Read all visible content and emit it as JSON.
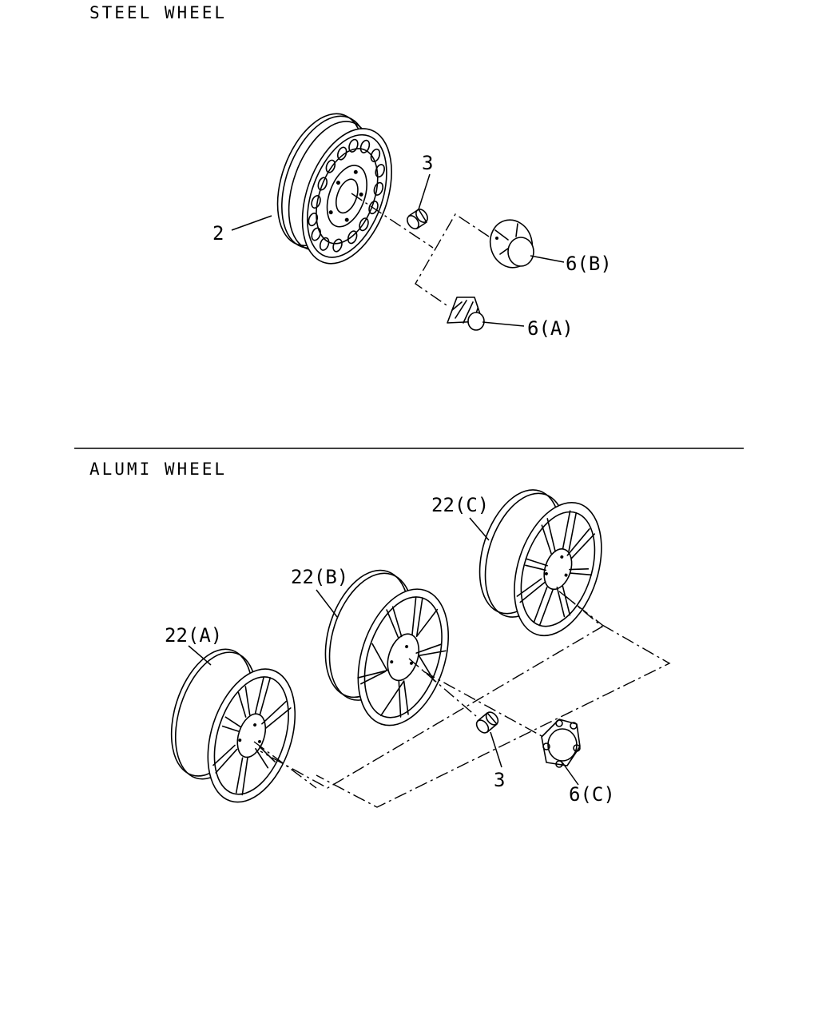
{
  "sections": {
    "steel": {
      "title": "STEEL WHEEL"
    },
    "alumi": {
      "title": "ALUMI WHEEL"
    }
  },
  "callouts": {
    "steel_wheel": "2",
    "steel_nut": "3",
    "steel_cap_b": "6(B)",
    "steel_cap_a": "6(A)",
    "alumi_wheel_c": "22(C)",
    "alumi_wheel_b": "22(B)",
    "alumi_wheel_a": "22(A)",
    "alumi_nut": "3",
    "alumi_cap_c": "6(C)"
  }
}
